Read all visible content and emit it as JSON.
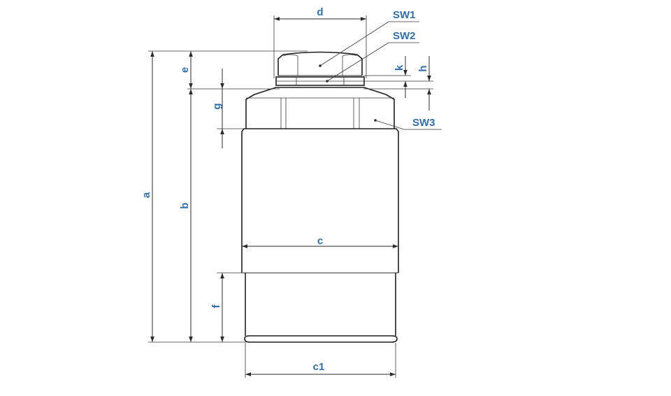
{
  "labels": {
    "d": "d",
    "sw1": "SW1",
    "sw2": "SW2",
    "sw3": "SW3",
    "k": "k",
    "h": "h",
    "e": "e",
    "g": "g",
    "a": "a",
    "b": "b",
    "c": "c",
    "f": "f",
    "c1": "c1"
  },
  "colors": {
    "label": "#2f6fb3",
    "line": "#2b2b2b",
    "background": "#ffffff"
  }
}
